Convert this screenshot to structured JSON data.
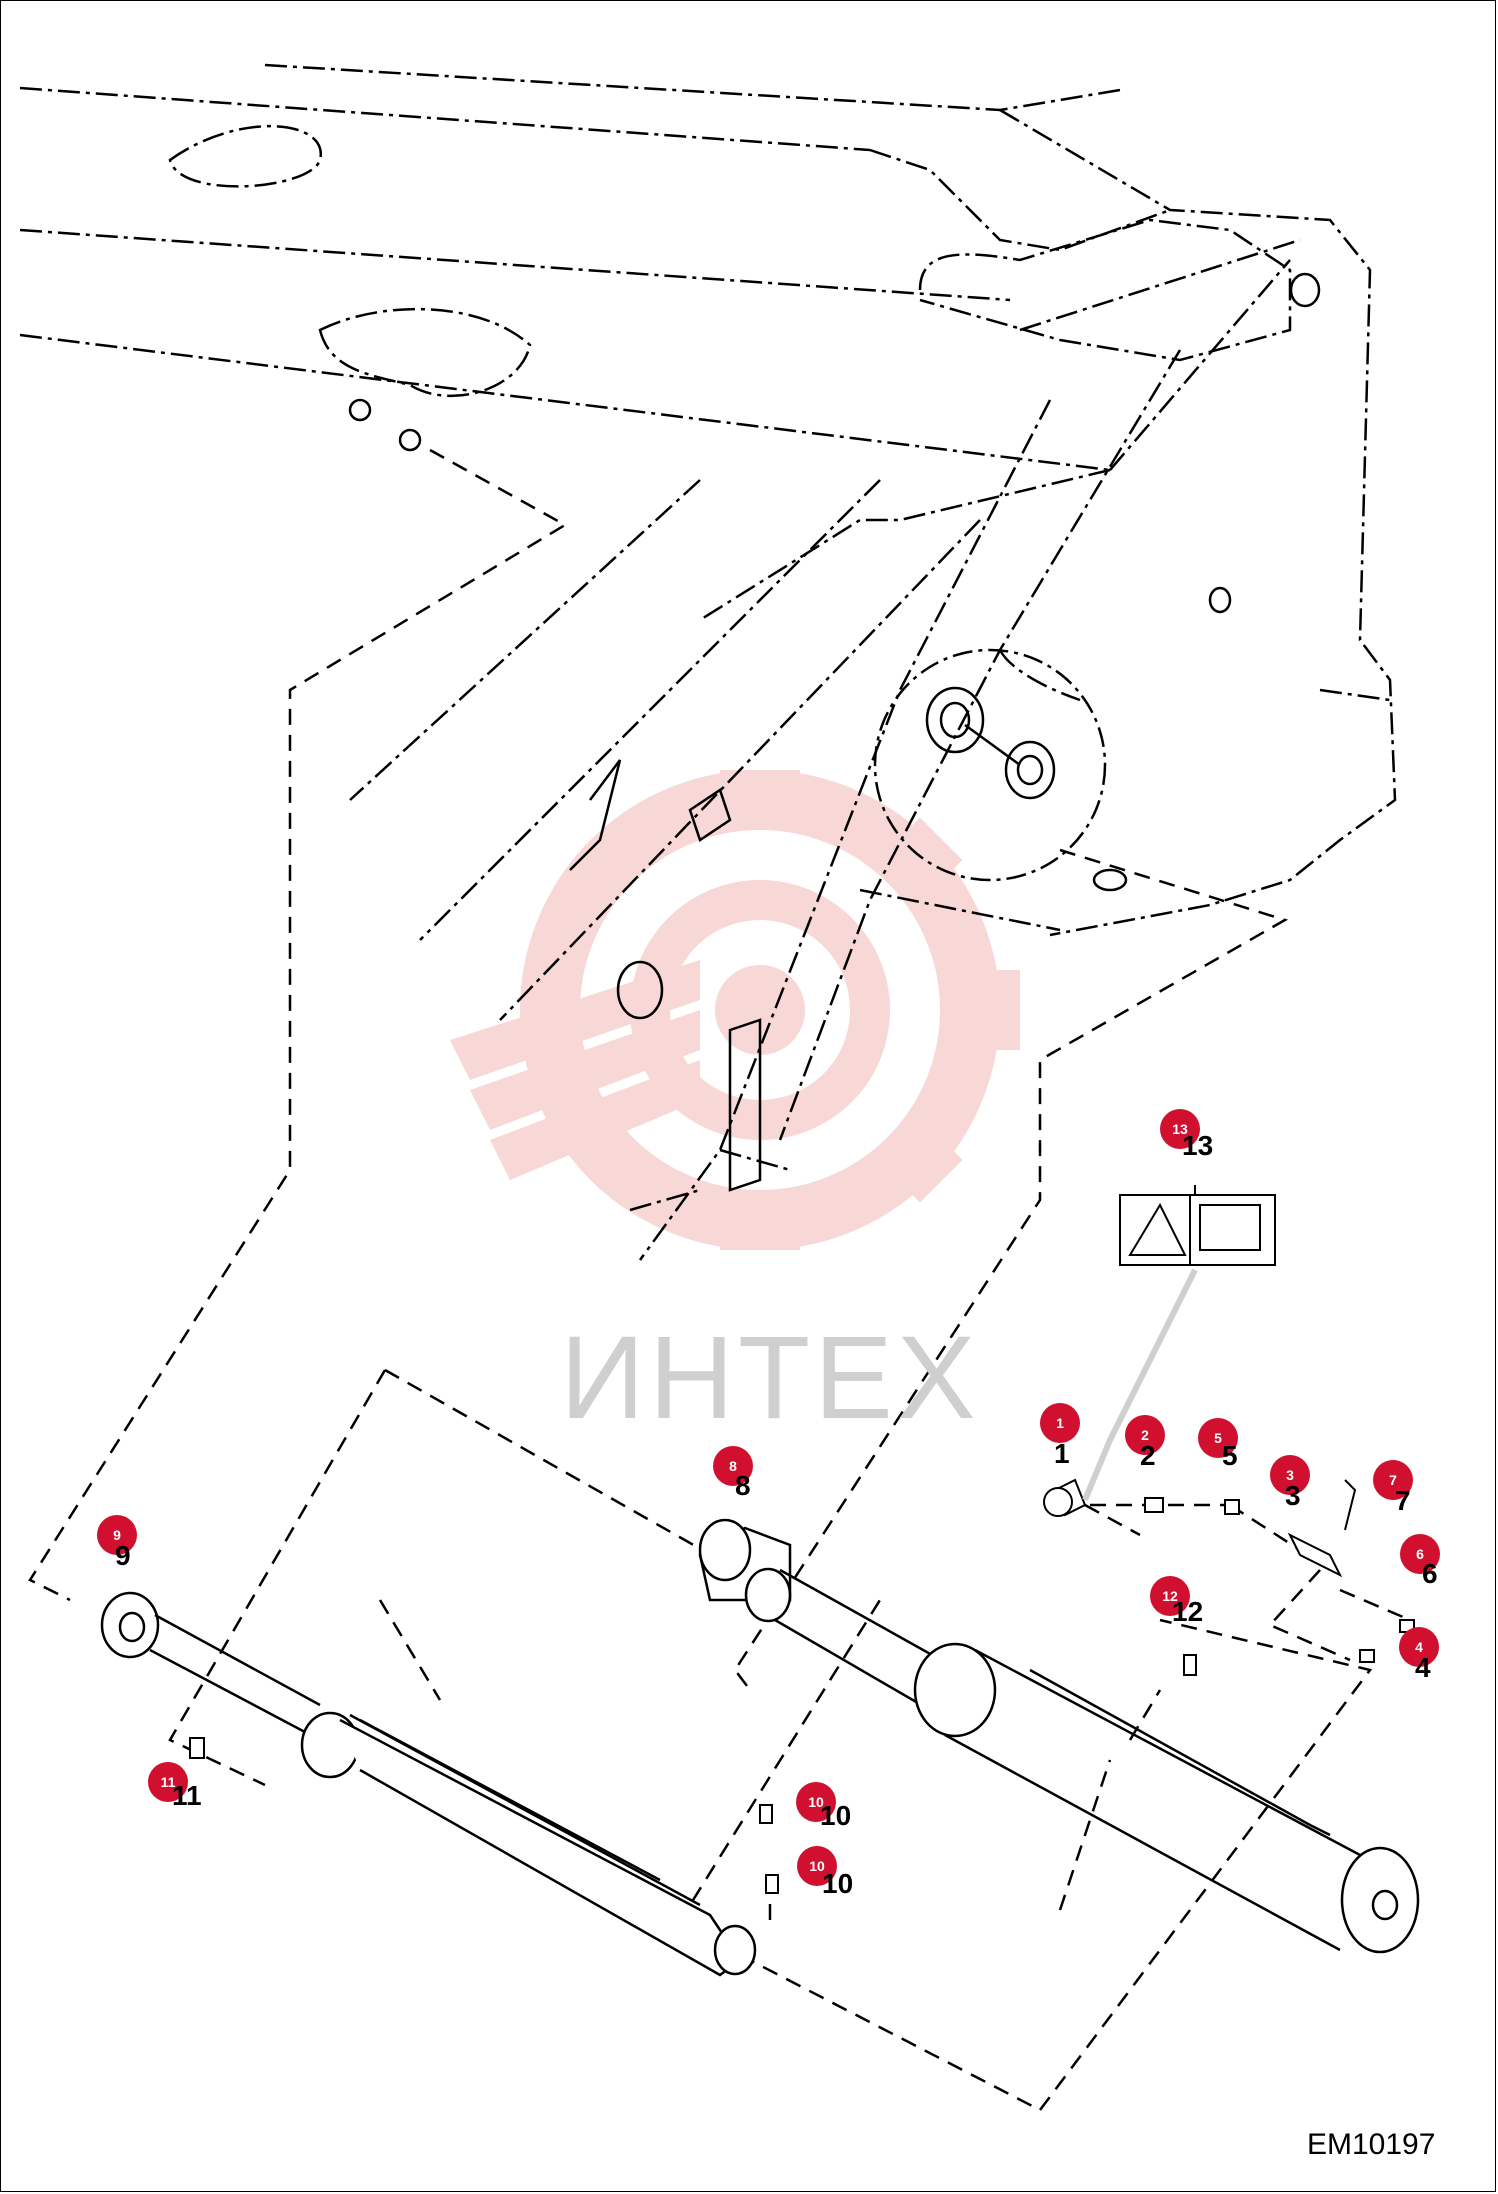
{
  "watermark_text": "ИНТЕХ",
  "figure_code": "EM10197",
  "callouts": [
    {
      "id": "1",
      "badge": "1",
      "number": "1"
    },
    {
      "id": "2",
      "badge": "2",
      "number": "2"
    },
    {
      "id": "3",
      "badge": "3",
      "number": "3"
    },
    {
      "id": "4",
      "badge": "4",
      "number": "4"
    },
    {
      "id": "5",
      "badge": "5",
      "number": "5"
    },
    {
      "id": "6",
      "badge": "6",
      "number": "6"
    },
    {
      "id": "7",
      "badge": "7",
      "number": "7"
    },
    {
      "id": "8",
      "badge": "8",
      "number": "8"
    },
    {
      "id": "9",
      "badge": "9",
      "number": "9"
    },
    {
      "id": "10a",
      "badge": "10",
      "number": "10"
    },
    {
      "id": "10b",
      "badge": "10",
      "number": "10"
    },
    {
      "id": "11",
      "badge": "11",
      "number": "11"
    },
    {
      "id": "12",
      "badge": "12",
      "number": "12"
    },
    {
      "id": "13",
      "badge": "13",
      "number": "13"
    }
  ],
  "colors": {
    "badge": "#d0102e",
    "line": "#000000",
    "watermark": "#f3b8b8"
  }
}
